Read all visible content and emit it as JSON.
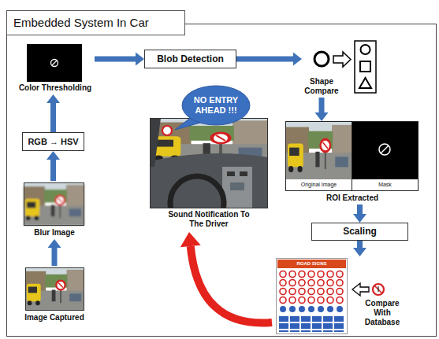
{
  "diagram": {
    "title": "Embedded System In Car",
    "nodes": [
      {
        "text": [
          "Color Thresholding"
        ]
      },
      {
        "text": [
          "Blob Detection"
        ]
      },
      {
        "text": [
          "Shape Compare"
        ]
      },
      {
        "text": [
          "ROI Extracted"
        ]
      },
      {
        "text": [
          "RGB → HSV"
        ]
      },
      {
        "text": [
          "Sound Notification To The Driver"
        ]
      },
      {
        "text": [
          "NO ENTRY AHEAD !!!"
        ],
        "in": 5
      },
      {
        "text": [
          "Blur Image"
        ]
      },
      {
        "text": [
          "Scaling"
        ]
      },
      {
        "text": [
          "Image Captured"
        ]
      },
      {
        "text": [
          "Compare With Database"
        ]
      }
    ],
    "edges": [
      {
        "from": 0,
        "to": 1,
        "arrow": "to"
      },
      {
        "from": 1,
        "to": 2,
        "arrow": "to"
      },
      {
        "from": 2,
        "to": 3,
        "arrow": "to"
      },
      {
        "from": 3,
        "to": 8,
        "arrow": "to"
      },
      {
        "from": 8,
        "to": 10,
        "arrow": "to"
      },
      {
        "from": 9,
        "to": 7,
        "arrow": "to"
      },
      {
        "from": 7,
        "to": 4,
        "arrow": "to"
      },
      {
        "from": 4,
        "to": 0,
        "arrow": "to"
      },
      {
        "from": 10,
        "to": 5,
        "arrow": "to"
      }
    ],
    "labels": [
      "Original Image",
      "Mask",
      "ROAD SIGNS"
    ]
  }
}
